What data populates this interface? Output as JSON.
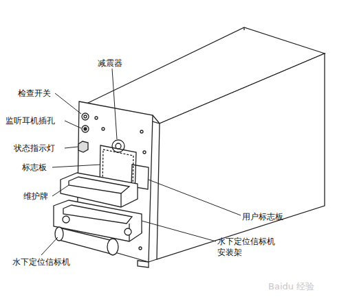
{
  "diagram": {
    "labels": [
      "减震器",
      "检查开关",
      "监听耳机插孔",
      "状态指示灯",
      "标志板",
      "维护牌",
      "用户标志板",
      "水下定位信标机 安装架",
      "水下定位信标机",
      "Baidu 经验"
    ]
  }
}
